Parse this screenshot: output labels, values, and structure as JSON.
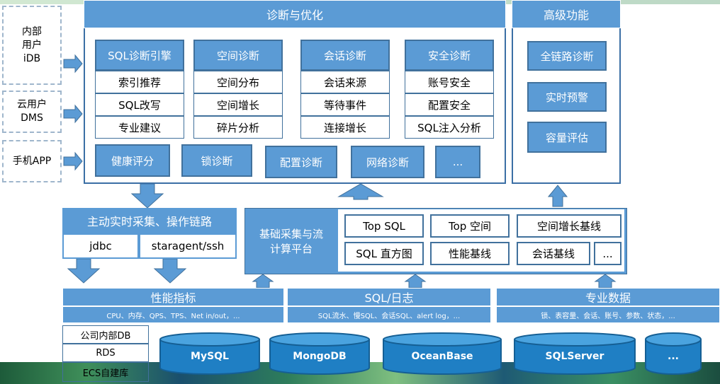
{
  "users": [
    "内部\n用户\niDB",
    "云用户\nDMS",
    "手机APP"
  ],
  "diagnosis": {
    "title": "诊断与优化",
    "columns": [
      {
        "head": "SQL诊断引擎",
        "items": [
          "索引推荐",
          "SQL改写",
          "专业建议"
        ]
      },
      {
        "head": "空间诊断",
        "items": [
          "空间分布",
          "空间增长",
          "碎片分析"
        ]
      },
      {
        "head": "会话诊断",
        "items": [
          "会话来源",
          "等待事件",
          "连接增长"
        ]
      },
      {
        "head": "安全诊断",
        "items": [
          "账号安全",
          "配置安全",
          "SQL注入分析"
        ]
      }
    ],
    "bottom": [
      "健康评分",
      "锁诊断",
      "配置诊断",
      "网络诊断",
      "..."
    ]
  },
  "advanced": {
    "title": "高级功能",
    "items": [
      "全链路诊断",
      "实时预警",
      "容量评估"
    ]
  },
  "collection": {
    "title": "主动实时采集、操作链路",
    "items": [
      "jdbc",
      "staragent/ssh"
    ]
  },
  "platform": {
    "title": "基础采集与流\n计算平台",
    "items": [
      "Top SQL",
      "Top 空间",
      "空间增长基线",
      "SQL 直方图",
      "性能基线",
      "会话基线",
      "..."
    ]
  },
  "sources": [
    {
      "title": "性能指标",
      "detail": "CPU、内存、QPS、TPS、Net in/out，..."
    },
    {
      "title": "SQL/日志",
      "detail": "SQL流水、慢SQL、会话SQL、alert log，..."
    },
    {
      "title": "专业数据",
      "detail": "锁、表容量、会话、账号、参数、状态，..."
    }
  ],
  "deployments": [
    "公司内部DB",
    "RDS",
    "ECS自建库"
  ],
  "databases": [
    "MySQL",
    "MongoDB",
    "OceanBase",
    "SQLServer",
    "..."
  ],
  "colors": {
    "primary": "#5b9bd5",
    "border": "#41719c"
  }
}
